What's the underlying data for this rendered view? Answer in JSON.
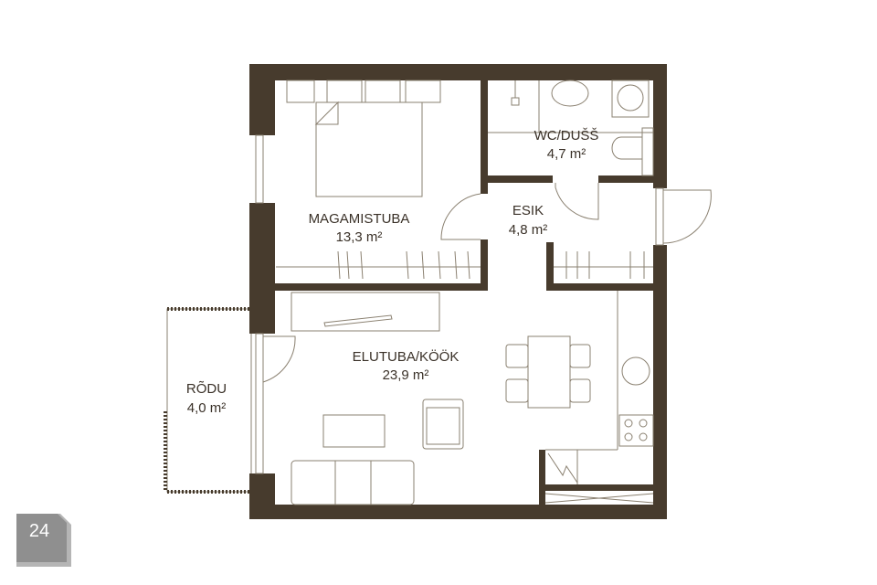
{
  "plan_number": "24",
  "rooms": [
    {
      "name": "MAGAMISTUBA",
      "area": "13,3 m²"
    },
    {
      "name": "WC/DUŠŠ",
      "area": "4,7 m²"
    },
    {
      "name": "ESIK",
      "area": "4,8 m²"
    },
    {
      "name": "ELUTUBA/KÖÖK",
      "area": "23,9 m²"
    },
    {
      "name": "RÕDU",
      "area": "4,0 m²"
    }
  ],
  "colors": {
    "wall": "#473b2d",
    "furniture": "#8a8070",
    "badge": "#9a9a9a"
  }
}
